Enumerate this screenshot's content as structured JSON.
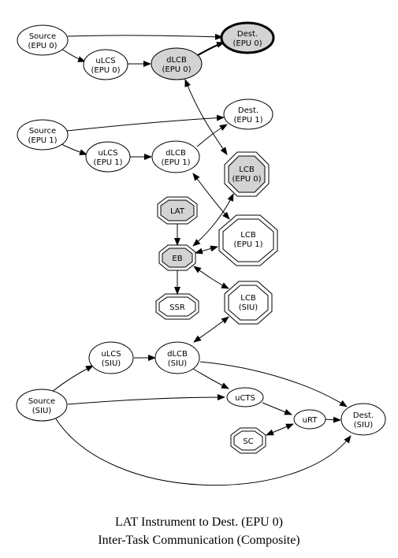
{
  "diagram": {
    "nodes": {
      "source_epu0": [
        "Source",
        "(EPU 0)"
      ],
      "dest_epu0": [
        "Dest.",
        "(EPU 0)"
      ],
      "ulcs_epu0": [
        "uLCS",
        "(EPU 0)"
      ],
      "dlcb_epu0": [
        "dLCB",
        "(EPU 0)"
      ],
      "source_epu1": [
        "Source",
        "(EPU 1)"
      ],
      "dest_epu1": [
        "Dest.",
        "(EPU 1)"
      ],
      "ulcs_epu1": [
        "uLCS",
        "(EPU 1)"
      ],
      "dlcb_epu1": [
        "dLCB",
        "(EPU 1)"
      ],
      "lcb_epu0": [
        "LCB",
        "(EPU 0)"
      ],
      "lat": [
        "LAT"
      ],
      "lcb_epu1": [
        "LCB",
        "(EPU 1)"
      ],
      "eb": [
        "EB"
      ],
      "ssr": [
        "SSR"
      ],
      "lcb_siu": [
        "LCB",
        "(SIU)"
      ],
      "ulcs_siu": [
        "uLCS",
        "(SIU)"
      ],
      "dlcb_siu": [
        "dLCB",
        "(SIU)"
      ],
      "source_siu": [
        "Source",
        "(SIU)"
      ],
      "ucts": [
        "uCTS"
      ],
      "urt": [
        "uRT"
      ],
      "dest_siu": [
        "Dest.",
        "(SIU)"
      ],
      "sc": [
        "SC"
      ]
    },
    "colors": {
      "highlight_fill": "#d3d3d3",
      "stroke": "#000000"
    }
  },
  "caption": {
    "line1": "LAT Instrument to Dest. (EPU 0)",
    "line2": "Inter-Task Communication (Composite)"
  }
}
